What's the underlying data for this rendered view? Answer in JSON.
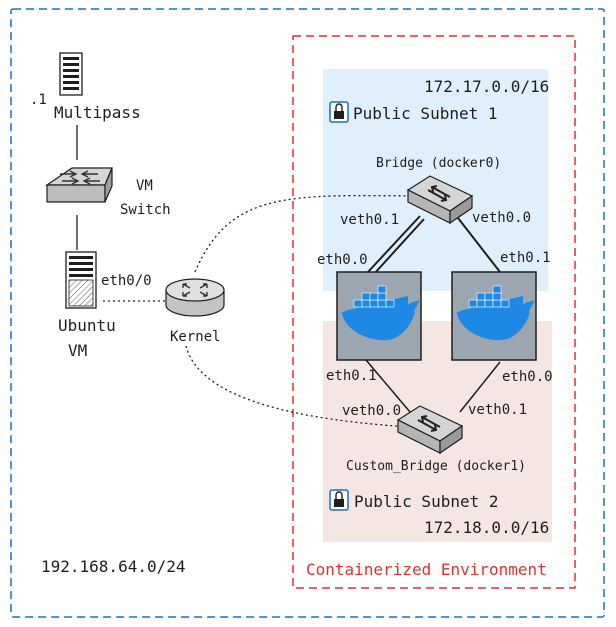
{
  "network": {
    "cidr": "192.168.64.0/24"
  },
  "multipass": {
    "label": "Multipass",
    "ip_suffix": ".1"
  },
  "vm_switch": {
    "label_line1": "VM",
    "label_line2": "Switch"
  },
  "ubuntu_vm": {
    "label_line1": "Ubuntu",
    "label_line2": "VM",
    "interface": "eth0/0"
  },
  "kernel": {
    "label": "Kernel"
  },
  "container_env": {
    "label": "Containerized Environment",
    "color": "#e03131"
  },
  "subnet1": {
    "title": "Public Subnet 1",
    "cidr": "172.17.0.0/16",
    "color": "#a5d8ff",
    "bridge_label": "Bridge (docker0)",
    "veth_left": "veth0.1",
    "veth_right": "veth0.0",
    "eth_left": "eth0.0",
    "eth_right": "eth0.1"
  },
  "subnet2": {
    "title": "Public Subnet 2",
    "cidr": "172.18.0.0/16",
    "color": "#ffc9c9",
    "bridge_label": "Custom_Bridge (docker1)",
    "veth_left": "veth0.0",
    "veth_right": "veth0.1",
    "eth_left": "eth0.1",
    "eth_right": "eth0.0"
  },
  "outer_border_color": "#1971c2"
}
